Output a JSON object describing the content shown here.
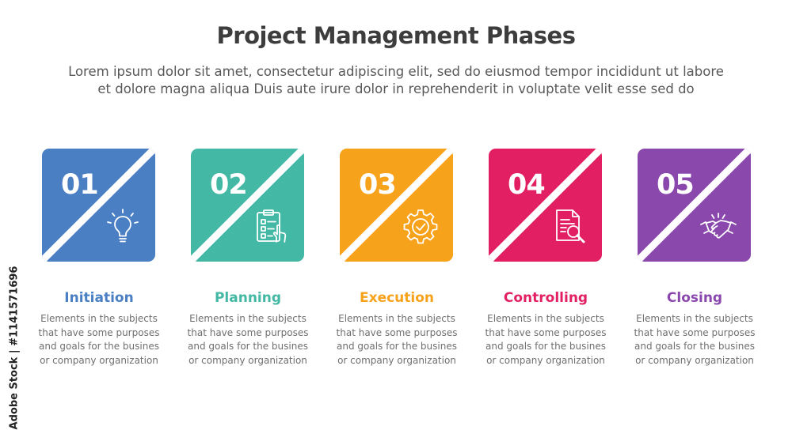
{
  "title": "Project Management Phases",
  "subtitle_lines": [
    "Lorem ipsum dolor sit amet, consectetur adipiscing elit, sed do eiusmod tempor incididunt ut labore",
    "et dolore magna aliqua Duis aute irure dolor in reprehenderit in voluptate velit esse sed do"
  ],
  "phases": [
    {
      "number": "01",
      "label": "Initiation",
      "color": "#4a7fc4",
      "icon": "lightbulb-icon",
      "desc": [
        "Elements in the subjects",
        "that have some purposes",
        "and goals for the  busines",
        "or company organization"
      ]
    },
    {
      "number": "02",
      "label": "Planning",
      "color": "#43b8a4",
      "icon": "clipboard-checklist-icon",
      "desc": [
        "Elements in the subjects",
        "that have some purposes",
        "and goals for the  busines",
        "or company organization"
      ]
    },
    {
      "number": "03",
      "label": "Execution",
      "color": "#f7a21b",
      "icon": "gear-check-icon",
      "desc": [
        "Elements in the subjects",
        "that have some purposes",
        "and goals for the  busines",
        "or company organization"
      ]
    },
    {
      "number": "04",
      "label": "Controlling",
      "color": "#e21f63",
      "icon": "document-search-icon",
      "desc": [
        "Elements in the subjects",
        "that have some purposes",
        "and goals for the  busines",
        "or company organization"
      ]
    },
    {
      "number": "05",
      "label": "Closing",
      "color": "#8a48ad",
      "icon": "handshake-icon",
      "desc": [
        "Elements in the subjects",
        "that have some purposes",
        "and goals for the  busines",
        "or company organization"
      ]
    }
  ],
  "watermark": "Adobe Stock | #1141571696"
}
